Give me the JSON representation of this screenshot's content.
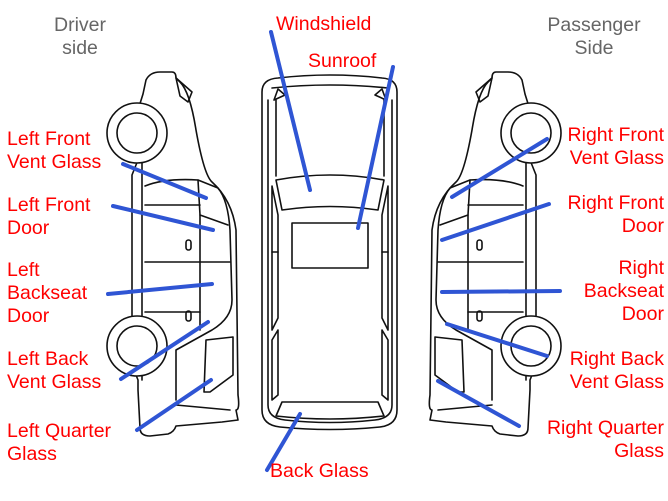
{
  "titles": {
    "driver": "Driver\nside",
    "passenger": "Passenger\nSide"
  },
  "colors": {
    "label": "#ff0000",
    "pointer": "#2f55d4",
    "outline": "#111111",
    "side_title": "#666666"
  },
  "labels": {
    "windshield": "Windshield",
    "sunroof": "Sunroof",
    "back_glass": "Back Glass",
    "left_front_vent": "Left Front\nVent Glass",
    "left_front_door": "Left Front\nDoor",
    "left_backseat_door": "Left\nBackseat\nDoor",
    "left_back_vent": "Left Back\nVent Glass",
    "left_quarter": "Left Quarter\nGlass",
    "right_front_vent": "Right Front\nVent Glass",
    "right_front_door": "Right Front\nDoor",
    "right_backseat_door": "Right\nBackseat\nDoor",
    "right_back_vent": "Right Back\nVent Glass",
    "right_quarter": "Right Quarter\nGlass"
  }
}
